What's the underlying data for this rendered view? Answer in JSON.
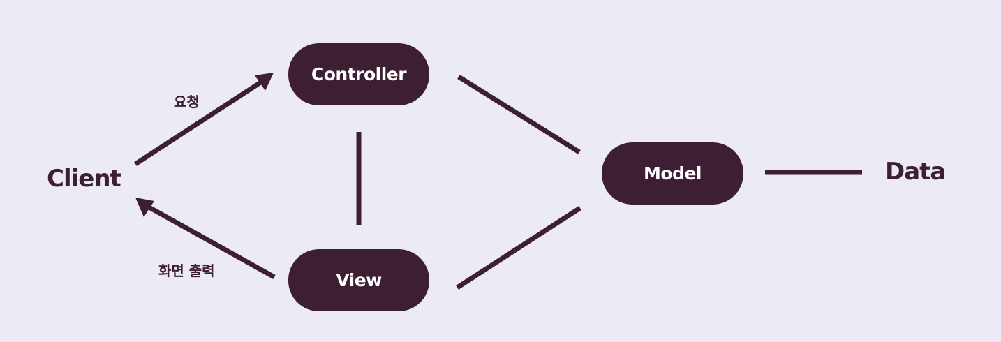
{
  "colors": {
    "background": "#ebeaf5",
    "node_fill": "#3d1e33",
    "node_text": "#ffffff",
    "line": "#3d1e33"
  },
  "nodes": {
    "controller": "Controller",
    "view": "View",
    "model": "Model"
  },
  "labels": {
    "client": "Client",
    "data": "Data",
    "request": "요청",
    "display": "화면 출력"
  },
  "edges": [
    {
      "from": "client",
      "to": "controller",
      "arrow": true,
      "label": "요청"
    },
    {
      "from": "view",
      "to": "client",
      "arrow": true,
      "label": "화면 출력"
    },
    {
      "from": "controller",
      "to": "view",
      "arrow": false
    },
    {
      "from": "controller",
      "to": "model",
      "arrow": false
    },
    {
      "from": "view",
      "to": "model",
      "arrow": false
    },
    {
      "from": "model",
      "to": "data",
      "arrow": false
    }
  ]
}
